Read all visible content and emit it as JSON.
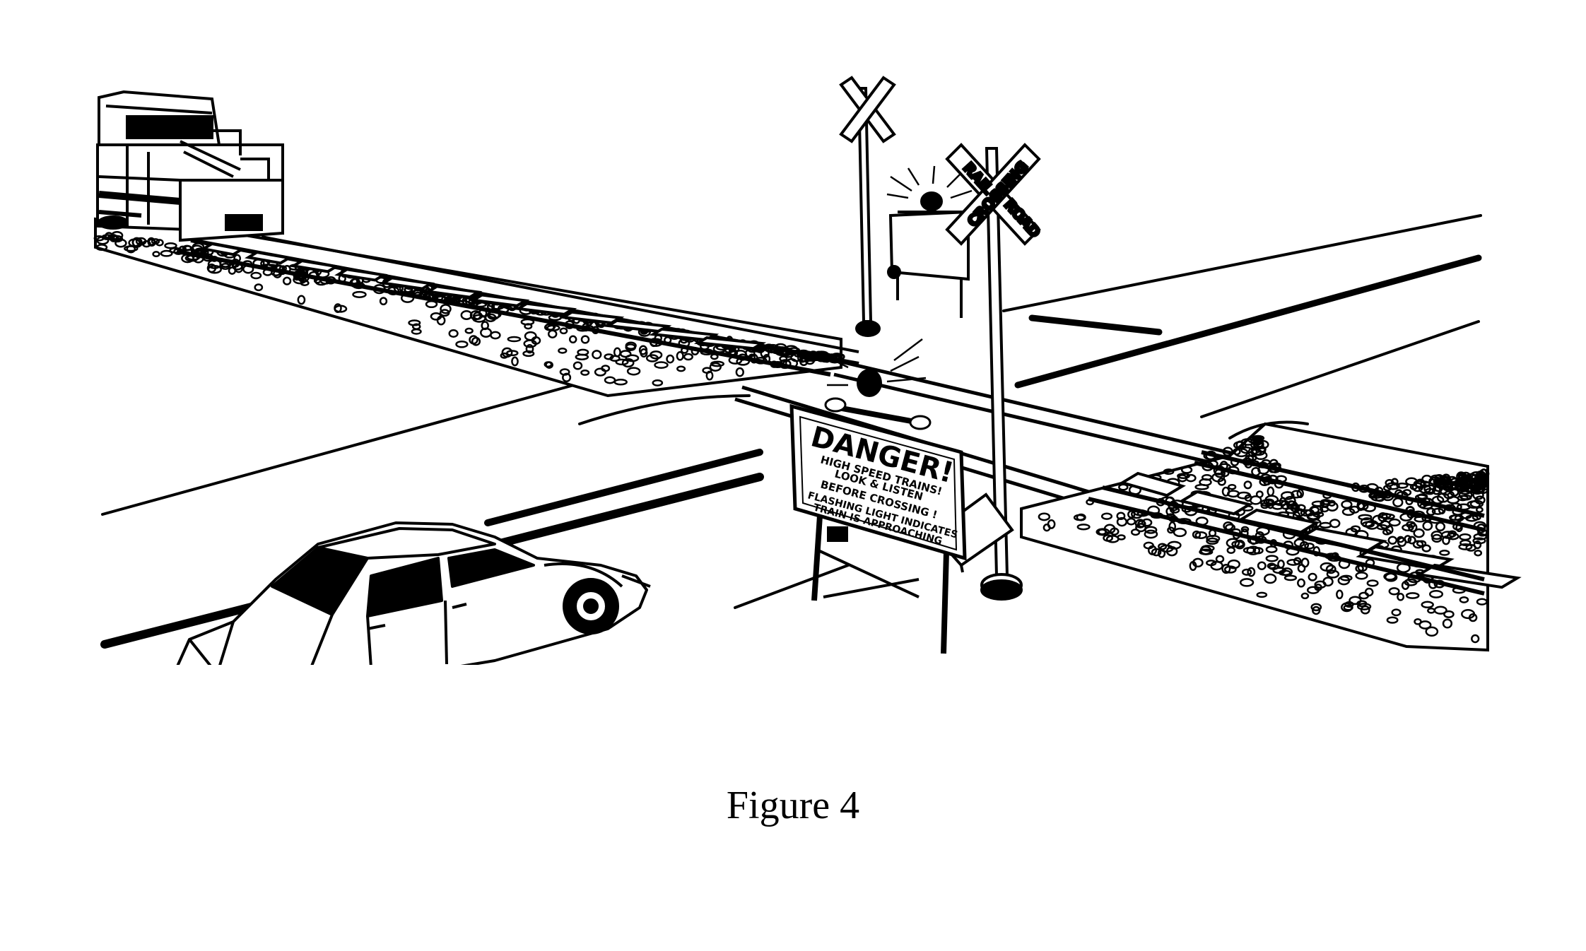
{
  "figure": {
    "caption": "Figure 4"
  },
  "crossbuck": {
    "word_rail": "RAIL",
    "word_road": "ROAD",
    "word_crossing": "CROSSING"
  },
  "danger_sign": {
    "headline": "DANGER!",
    "lines": [
      "HIGH SPEED TRAINS!",
      "LOOK & LISTEN",
      "BEFORE CROSSING !",
      "FLASHING LIGHT INDICATES",
      "TRAIN IS APPROACHING"
    ]
  },
  "colors": {
    "ink": "#000000",
    "paper": "#ffffff"
  }
}
